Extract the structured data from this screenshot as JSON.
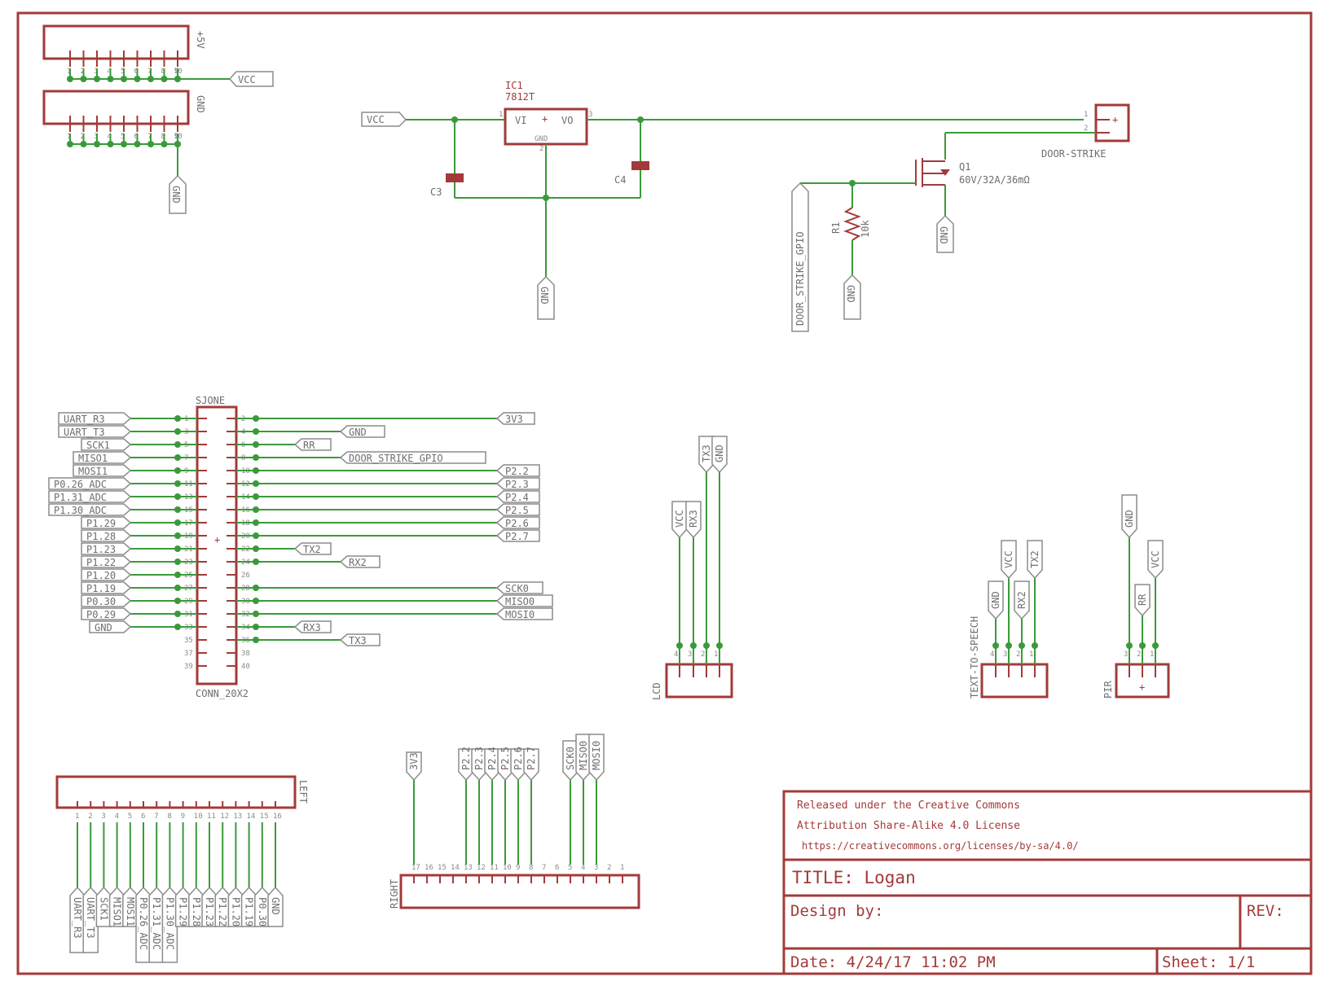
{
  "title_block": {
    "license_line1": "Released under the Creative Commons",
    "license_line2": "Attribution Share-Alike 4.0 License",
    "license_line3": "https://creativecommons.org/licenses/by-sa/4.0/",
    "title": "TITLE: Logan",
    "design_by": "Design by:",
    "rev": "REV:",
    "date": "Date: 4/24/17 11:02 PM",
    "sheet": "Sheet: 1/1"
  },
  "power_headers": {
    "top_name": "+5V",
    "bottom_name": "GND",
    "vcc_net": "VCC",
    "gnd_net": "GND"
  },
  "regulator": {
    "ref": "IC1",
    "value": "7812T",
    "vi": "VI",
    "vo": "VO",
    "gnd": "GND",
    "pin1": "1",
    "pin2": "2",
    "pin3": "3",
    "input_net": "VCC",
    "gnd_net": "GND",
    "c3": "C3",
    "c4": "C4"
  },
  "door_strike": {
    "connector": "DOOR-STRIKE",
    "pin1": "1",
    "pin2": "2",
    "mosfet_ref": "Q1",
    "mosfet_value": "60V/32A/36mΩ",
    "resistor_ref": "R1",
    "resistor_value": "10k",
    "gpio_net": "DOOR_STRIKE_GPIO",
    "gnd1": "GND",
    "gnd2": "GND"
  },
  "main_conn": {
    "name": "SJONE",
    "value": "CONN_20X2",
    "left_nets": [
      "UART_R3",
      "UART_T3",
      "SCK1",
      "MISO1",
      "MOSI1",
      "P0.26_ADC",
      "P1.31_ADC",
      "P1.30_ADC",
      "P1.29",
      "P1.28",
      "P1.23",
      "P1.22",
      "P1.20",
      "P1.19",
      "P0.30",
      "P0.29",
      "GND",
      "",
      "",
      ""
    ],
    "right_nets": [
      "3V3",
      "GND",
      "RR",
      "DOOR_STRIKE_GPIO",
      "P2.2",
      "P2.3",
      "P2.4",
      "P2.5",
      "P2.6",
      "P2.7",
      "TX2",
      "RX2",
      "",
      "SCK0",
      "MISO0",
      "MOSI0",
      "RX3",
      "TX3",
      "",
      ""
    ],
    "odd_pins": [
      "1",
      "3",
      "5",
      "7",
      "9",
      "11",
      "13",
      "15",
      "17",
      "19",
      "21",
      "23",
      "25",
      "27",
      "29",
      "31",
      "33",
      "35",
      "37",
      "39"
    ],
    "even_pins": [
      "2",
      "4",
      "6",
      "8",
      "10",
      "12",
      "14",
      "16",
      "18",
      "20",
      "22",
      "24",
      "26",
      "28",
      "30",
      "32",
      "34",
      "36",
      "38",
      "40"
    ]
  },
  "lcd": {
    "name": "LCD",
    "nets": [
      "VCC",
      "RX3",
      "TX3",
      "GND"
    ],
    "pins": [
      "4",
      "3",
      "2",
      "1"
    ]
  },
  "tts": {
    "name": "TEXT-TO-SPEECH",
    "nets": [
      "GND",
      "VCC",
      "RX2",
      "TX2"
    ],
    "pins": [
      "4",
      "3",
      "2",
      "1"
    ]
  },
  "pir": {
    "name": "PIR",
    "nets": [
      "GND",
      "RR",
      "VCC"
    ],
    "pins": [
      "3",
      "2",
      "1"
    ]
  },
  "left_header": {
    "name": "LEFT",
    "pins": [
      "1",
      "2",
      "3",
      "4",
      "5",
      "6",
      "7",
      "8",
      "9",
      "10",
      "11",
      "12",
      "13",
      "14",
      "15",
      "16"
    ],
    "nets": [
      "UART_R3",
      "UART_T3",
      "SCK1",
      "MISO1",
      "MOSI1",
      "P0.26_ADC",
      "P1.31_ADC",
      "P1.30_ADC",
      "P1.29",
      "P1.28",
      "P1.23",
      "P1.22",
      "P1.20",
      "P1.19",
      "P0.30",
      "GND"
    ]
  },
  "right_header": {
    "name": "RIGHT",
    "pins": [
      "17",
      "16",
      "15",
      "14",
      "13",
      "12",
      "11",
      "10",
      "9",
      "8",
      "7",
      "6",
      "5",
      "4",
      "3",
      "2",
      "1"
    ],
    "nets": [
      "3V3",
      "P2.2",
      "P2.3",
      "P2.4",
      "P2.5",
      "P2.6",
      "P2.7",
      "SCK0",
      "MISO0",
      "MOSI0"
    ]
  }
}
